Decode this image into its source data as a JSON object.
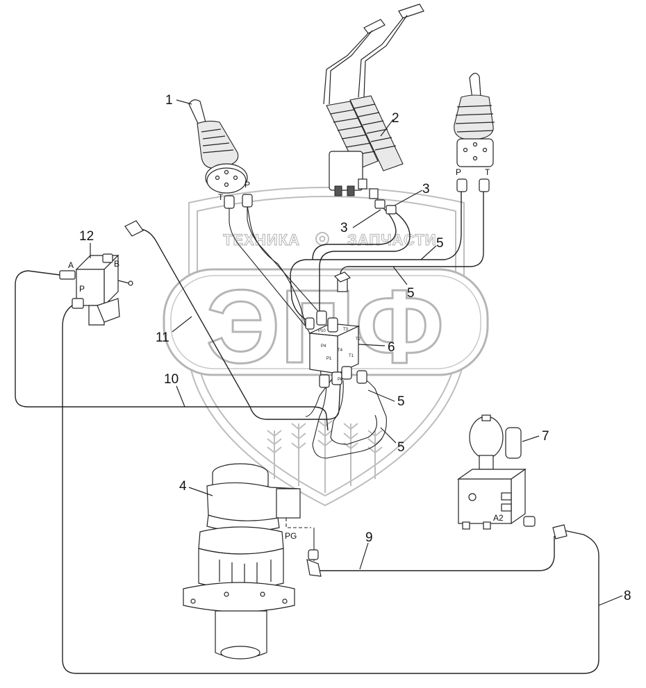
{
  "watermark": {
    "company_left": "ТЕХНИКА",
    "company_right": "ЗАПЧАСТИ",
    "logo_letters": "ЭПФ"
  },
  "callouts": [
    "1",
    "2",
    "3",
    "3",
    "4",
    "5",
    "5",
    "5",
    "5",
    "6",
    "7",
    "8",
    "9",
    "10",
    "11",
    "12"
  ],
  "port_labels": {
    "left_joystick_p": "P",
    "left_joystick_t": "T",
    "right_joystick_p": "P",
    "right_joystick_t": "T",
    "valve12_a": "A",
    "valve12_b": "B",
    "valve12_p": "P",
    "motor_pg": "PG",
    "accumulator_a2": "A2",
    "block_p10": "P10",
    "block_p4": "P4",
    "block_t4": "T4",
    "block_t3": "T3",
    "block_p1": "P1",
    "block_t1": "T1",
    "block_t2": "T2",
    "block_pa": "PA"
  }
}
